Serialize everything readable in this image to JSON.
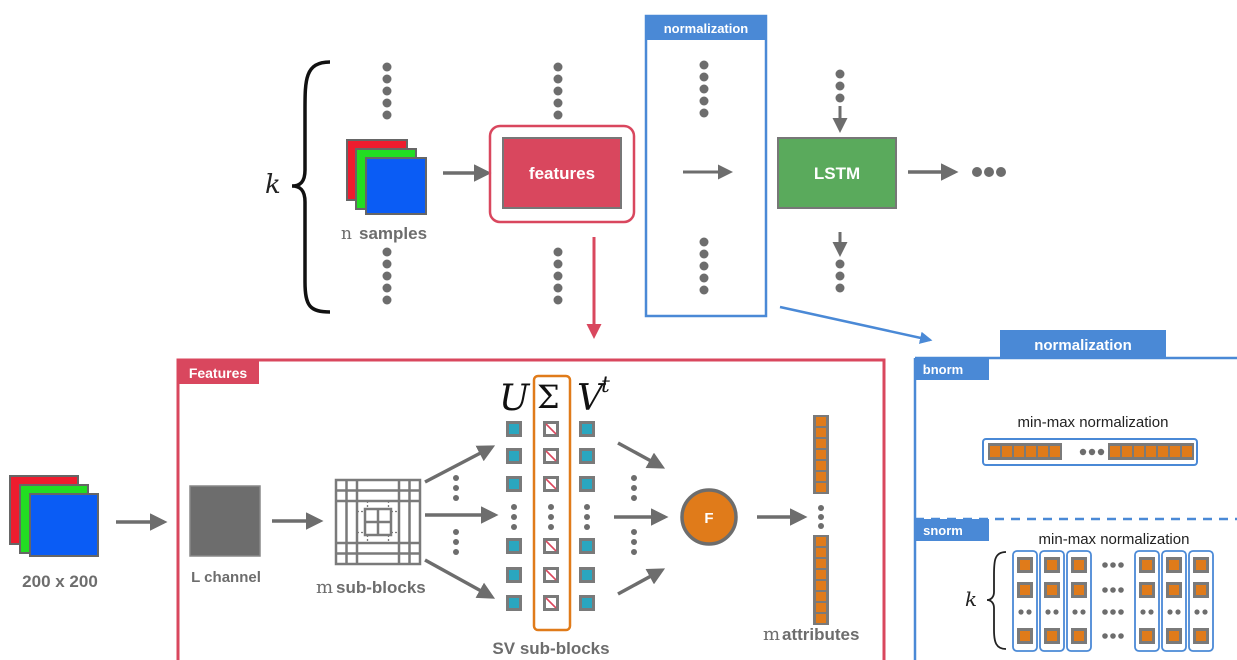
{
  "top": {
    "k_symbol": "k",
    "samples_prefix": "n",
    "samples_label": "samples",
    "features_box_label": "features",
    "normalization_tab": "normalization",
    "lstm_label": "LSTM"
  },
  "features_panel": {
    "tab": "Features",
    "input_size": "200 x 200",
    "l_channel": "L channel",
    "subblocks_prefix": "m",
    "subblocks_label": "sub-blocks",
    "u_symbol": "U",
    "sigma_symbol": "Σ",
    "v_symbol": "V",
    "v_superscript": "t",
    "sv_label": "SV sub-blocks",
    "f_label": "F",
    "attributes_prefix": "m",
    "attributes_label": "attributes"
  },
  "normalization_panel": {
    "tab": "normalization",
    "bnorm_tab": "bnorm",
    "bnorm_title": "min-max normalization",
    "snorm_tab": "snorm",
    "snorm_title": "min-max normalization",
    "k_symbol": "k"
  },
  "colors": {
    "red_accent": "#d9475e",
    "blue_accent": "#4a89d6",
    "orange_accent": "#e07b1a",
    "lstm_green": "#5aaa5c",
    "gray": "#6d6d6d",
    "teal": "#2aa6bf"
  }
}
